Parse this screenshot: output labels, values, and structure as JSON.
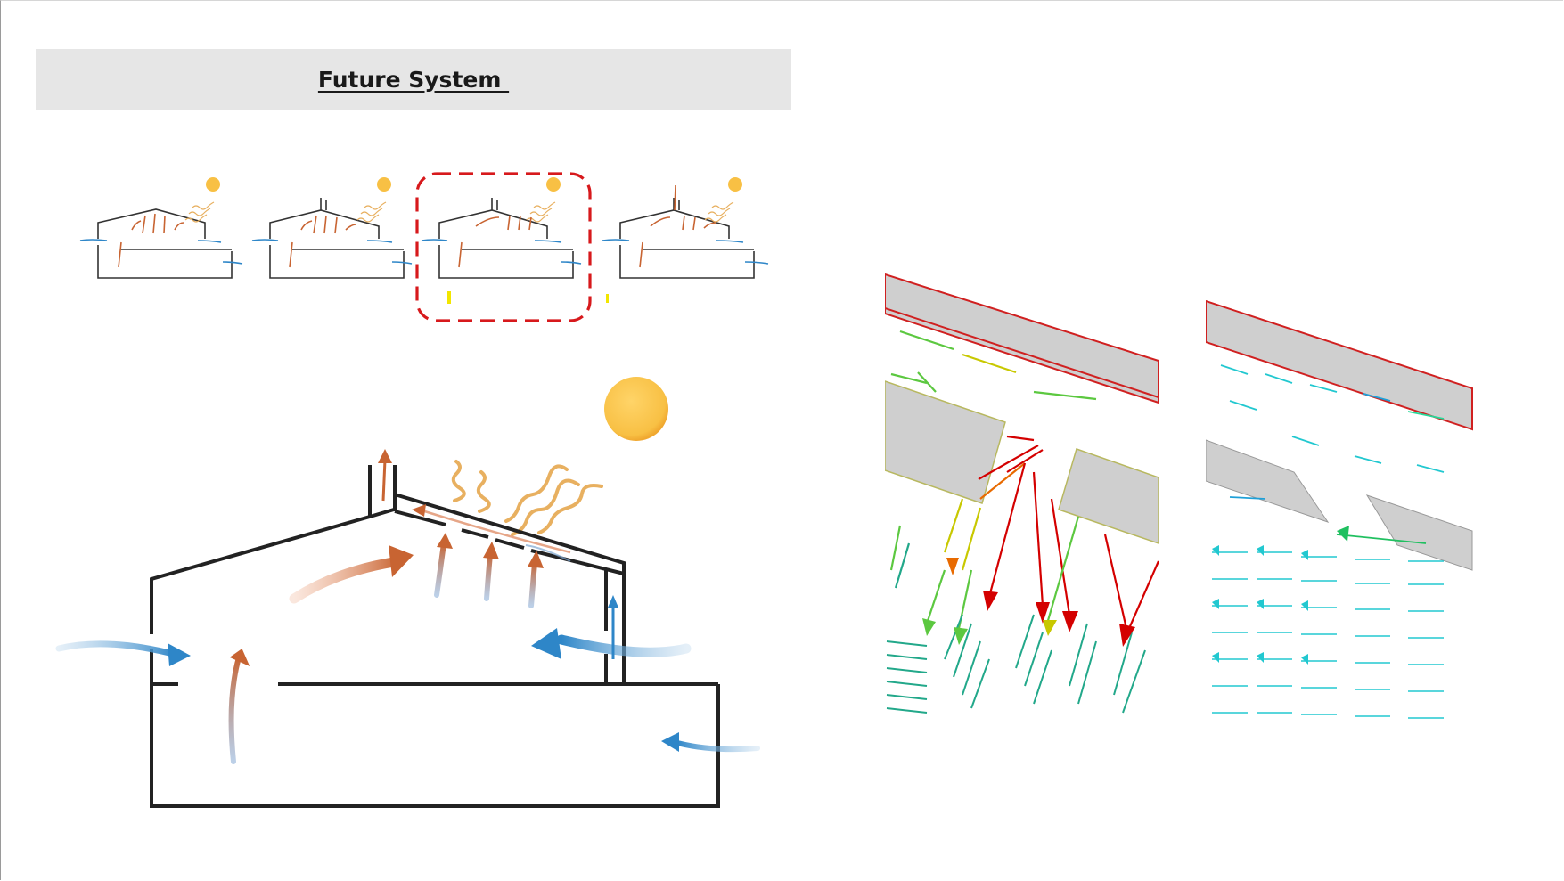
{
  "slide": {
    "title": "Future System "
  },
  "thumbnails": {
    "count": 4,
    "selected_index": 2,
    "selection_color": "#d7191c",
    "marker_color": "#f2e600"
  },
  "colors": {
    "building_line": "#222222",
    "warm_air": "#c86432",
    "cool_air": "#2e86c8",
    "sun": "#f8c044",
    "heat_wave": "#e8b060",
    "panel_gray": "#cfcfcf",
    "panel_edge_red": "#d02020"
  },
  "panels": [
    {
      "name": "cfd-velocity-field-left",
      "palette": [
        "#d40000",
        "#e86a00",
        "#c8c800",
        "#5cc840",
        "#22a88a"
      ]
    },
    {
      "name": "cfd-velocity-field-right",
      "palette": [
        "#1ea0d8",
        "#22c8d0",
        "#28d89a",
        "#20c060"
      ]
    }
  ]
}
